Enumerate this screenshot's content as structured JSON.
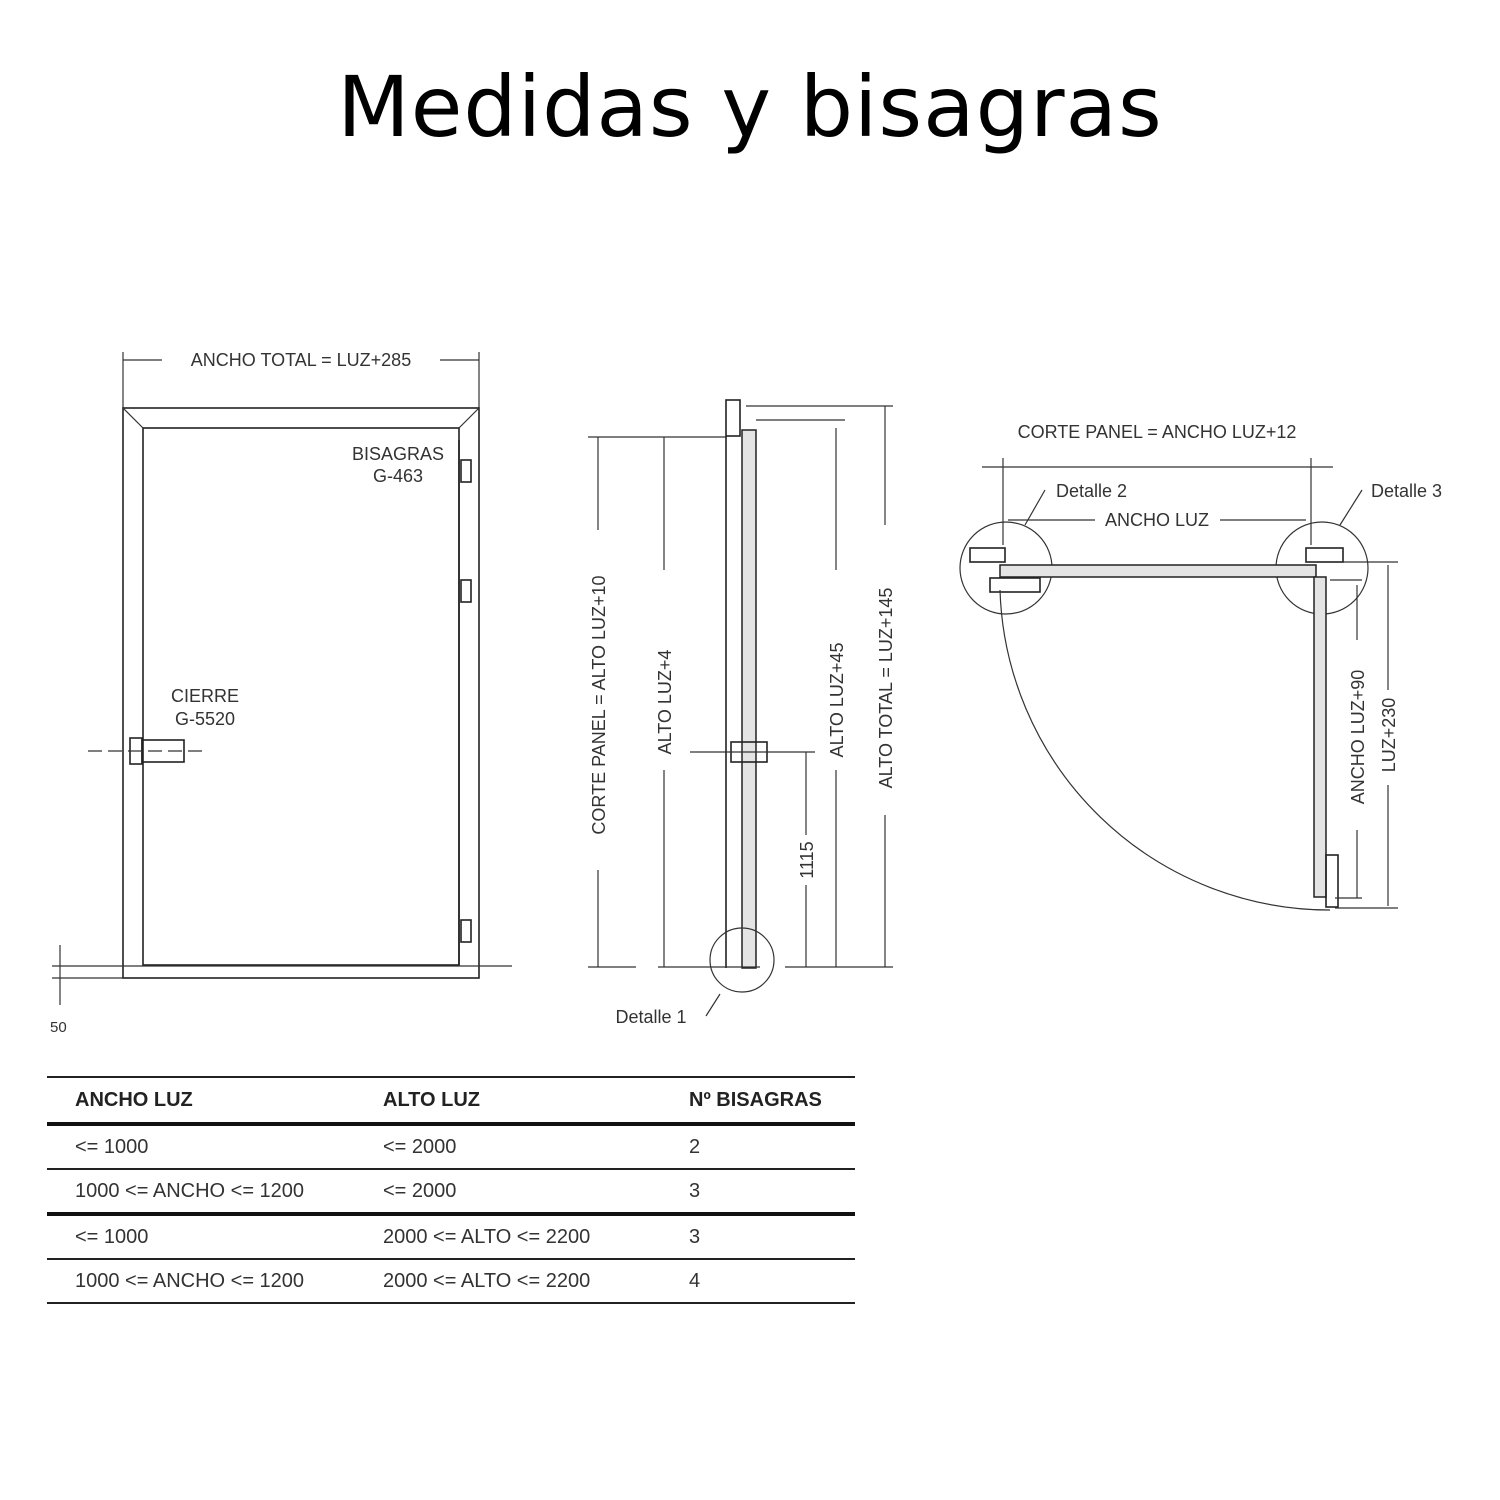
{
  "title": "Medidas y bisagras",
  "front_view": {
    "ancho_total": "ANCHO TOTAL = LUZ+285",
    "bisagras_label": "BISAGRAS",
    "bisagras_code": "G-463",
    "cierre_label": "CIERRE",
    "cierre_code": "G-5520",
    "floor_offset": "50"
  },
  "side_view": {
    "corte_panel": "CORTE PANEL = ALTO LUZ+10",
    "alto_luz_4": "ALTO LUZ+4",
    "alto_1115": "1115",
    "alto_luz_45": "ALTO LUZ+45",
    "alto_total": "ALTO TOTAL = LUZ+145",
    "detalle_1": "Detalle 1"
  },
  "plan_view": {
    "corte_panel": "CORTE PANEL = ANCHO LUZ+12",
    "detalle_2": "Detalle 2",
    "detalle_3": "Detalle 3",
    "ancho_luz": "ANCHO LUZ",
    "ancho_luz_90": "ANCHO LUZ+90",
    "luz_230": "LUZ+230"
  },
  "table": {
    "headers": [
      "ANCHO LUZ",
      "ALTO LUZ",
      "Nº BISAGRAS"
    ],
    "rows": [
      [
        "<= 1000",
        "<= 2000",
        "2"
      ],
      [
        "1000 <= ANCHO <= 1200",
        "<= 2000",
        "3"
      ],
      [
        "<= 1000",
        "2000 <= ALTO <= 2200",
        "3"
      ],
      [
        "1000 <= ANCHO <= 1200",
        "2000 <= ALTO <= 2200",
        "4"
      ]
    ]
  }
}
